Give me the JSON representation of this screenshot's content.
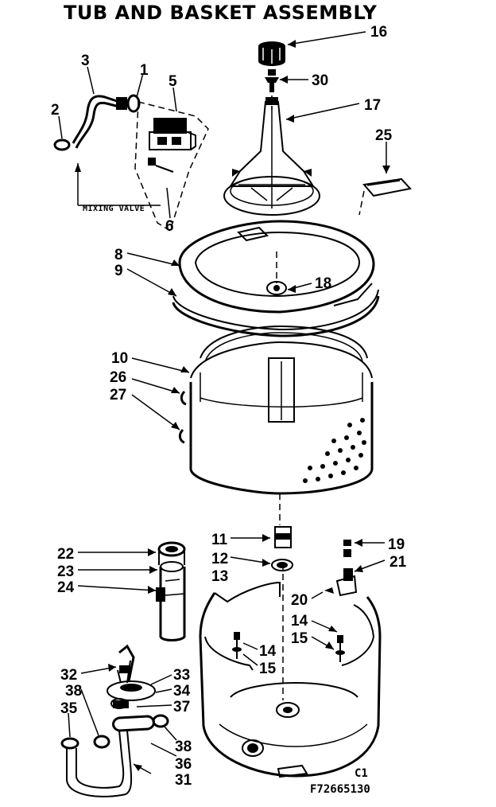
{
  "title": "TUB AND BASKET ASSEMBLY",
  "mixing_valve_label": "MIXING VALVE",
  "drawing_code": "C1",
  "drawing_number": "F72665130",
  "callouts": [
    {
      "id": "c16",
      "text": "16"
    },
    {
      "id": "c30",
      "text": "30"
    },
    {
      "id": "c17",
      "text": "17"
    },
    {
      "id": "c25",
      "text": "25"
    },
    {
      "id": "c3",
      "text": "3"
    },
    {
      "id": "c1",
      "text": "1"
    },
    {
      "id": "c5",
      "text": "5"
    },
    {
      "id": "c2",
      "text": "2"
    },
    {
      "id": "c6",
      "text": "6"
    },
    {
      "id": "c8",
      "text": "8"
    },
    {
      "id": "c9",
      "text": "9"
    },
    {
      "id": "c18",
      "text": "18"
    },
    {
      "id": "c10",
      "text": "10"
    },
    {
      "id": "c26",
      "text": "26"
    },
    {
      "id": "c27",
      "text": "27"
    },
    {
      "id": "c11",
      "text": "11"
    },
    {
      "id": "c12",
      "text": "12"
    },
    {
      "id": "c13",
      "text": "13"
    },
    {
      "id": "c19",
      "text": "19"
    },
    {
      "id": "c21",
      "text": "21"
    },
    {
      "id": "c20",
      "text": "20"
    },
    {
      "id": "c14a",
      "text": "14"
    },
    {
      "id": "c15a",
      "text": "15"
    },
    {
      "id": "c14b",
      "text": "14"
    },
    {
      "id": "c15b",
      "text": "15"
    },
    {
      "id": "c22",
      "text": "22"
    },
    {
      "id": "c23",
      "text": "23"
    },
    {
      "id": "c24",
      "text": "24"
    },
    {
      "id": "c32",
      "text": "32"
    },
    {
      "id": "c33",
      "text": "33"
    },
    {
      "id": "c34",
      "text": "34"
    },
    {
      "id": "c38a",
      "text": "38"
    },
    {
      "id": "c37",
      "text": "37"
    },
    {
      "id": "c35",
      "text": "35"
    },
    {
      "id": "c38b",
      "text": "38"
    },
    {
      "id": "c36",
      "text": "36"
    },
    {
      "id": "c31",
      "text": "31"
    }
  ]
}
